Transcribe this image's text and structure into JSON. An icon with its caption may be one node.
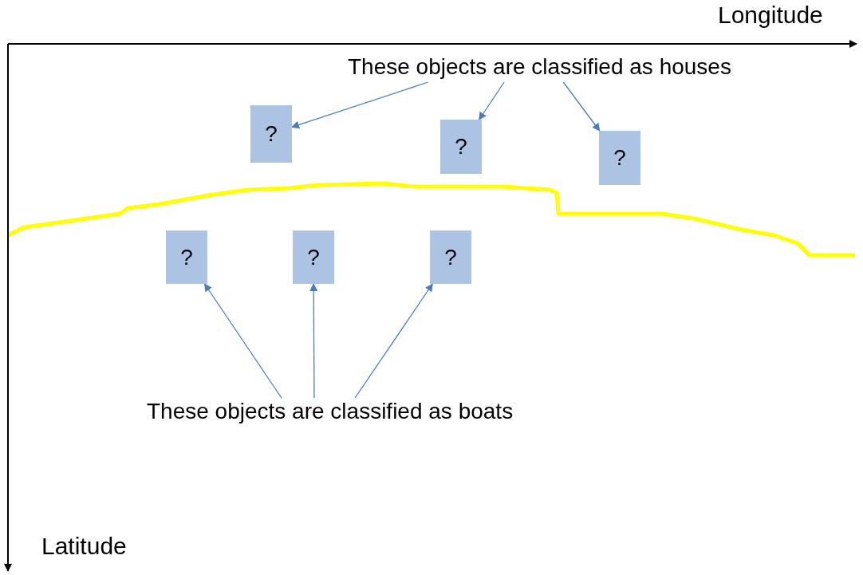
{
  "diagram": {
    "nodes": [
      {
        "text": [
          "These objects are classified as houses"
        ]
      },
      {
        "text": [
          "?"
        ]
      },
      {
        "text": [
          "?"
        ]
      },
      {
        "text": [
          "?"
        ]
      },
      {
        "text": [
          "?"
        ]
      },
      {
        "text": [
          "?"
        ]
      },
      {
        "text": [
          "?"
        ]
      },
      {
        "text": [
          "These objects are classified as boats"
        ]
      }
    ],
    "edges": [
      {
        "from": 0,
        "to": 1,
        "arrow": "to"
      },
      {
        "from": 0,
        "to": 2,
        "arrow": "to"
      },
      {
        "from": 0,
        "to": 3,
        "arrow": "to"
      },
      {
        "from": 7,
        "to": 4,
        "arrow": "to"
      },
      {
        "from": 7,
        "to": 5,
        "arrow": "to"
      },
      {
        "from": 7,
        "to": 6,
        "arrow": "to"
      }
    ],
    "labels": [
      "Longitude",
      "Latitude"
    ]
  }
}
